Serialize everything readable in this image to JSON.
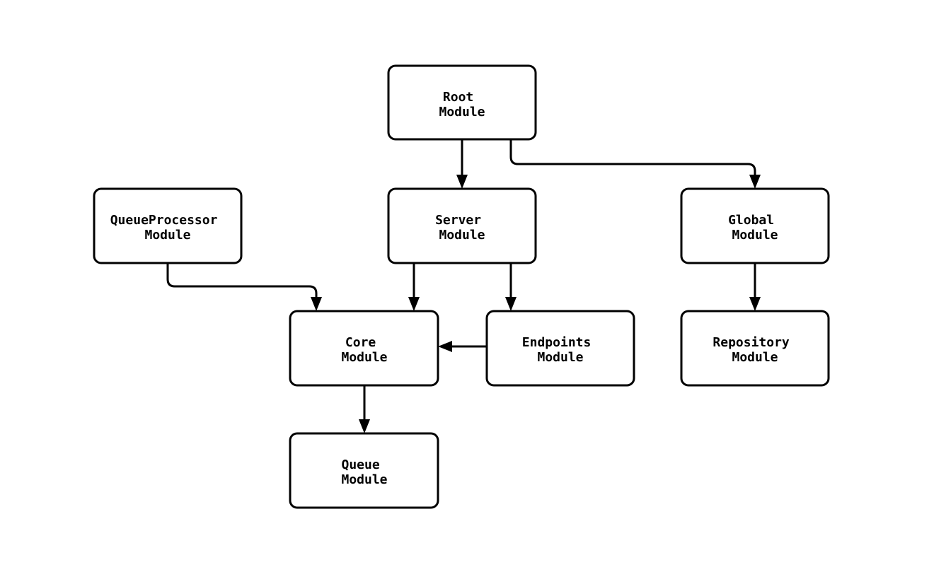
{
  "diagram": {
    "type": "flowchart",
    "background_color": "#ffffff",
    "node_fill_color": "#ffffff",
    "node_border_color": "#000000",
    "text_color": "#000000",
    "line_color": "#000000",
    "nodes": {
      "root": {
        "line1": "Root",
        "line2": "Module"
      },
      "queueprocessor": {
        "line1": "QueueProcessor",
        "line2": "Module"
      },
      "server": {
        "line1": "Server",
        "line2": "Module"
      },
      "global": {
        "line1": "Global",
        "line2": "Module"
      },
      "core": {
        "line1": "Core",
        "line2": "Module"
      },
      "endpoints": {
        "line1": "Endpoints",
        "line2": "Module"
      },
      "repository": {
        "line1": "Repository",
        "line2": "Module"
      },
      "queue": {
        "line1": "Queue",
        "line2": "Module"
      }
    },
    "edges": [
      {
        "from": "Root Module",
        "to": "Server Module"
      },
      {
        "from": "Root Module",
        "to": "Global Module"
      },
      {
        "from": "QueueProcessor Module",
        "to": "Core Module"
      },
      {
        "from": "Server Module",
        "to": "Core Module"
      },
      {
        "from": "Server Module",
        "to": "Endpoints Module"
      },
      {
        "from": "Endpoints Module",
        "to": "Core Module"
      },
      {
        "from": "Global Module",
        "to": "Repository Module"
      },
      {
        "from": "Core Module",
        "to": "Queue Module"
      }
    ]
  }
}
